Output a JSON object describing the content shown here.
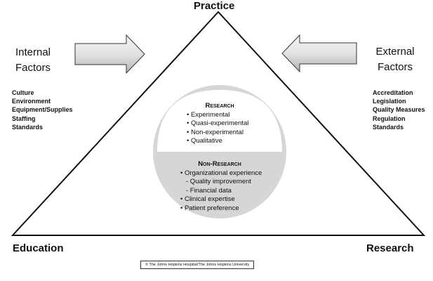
{
  "apex_label": "Practice",
  "bottom_left_label": "Education",
  "bottom_right_label": "Research",
  "internal": {
    "title_line1": "Internal",
    "title_line2": "Factors",
    "items": [
      "Culture",
      "Environment",
      "Equipment/Supplies",
      "Staffing",
      "Standards"
    ]
  },
  "external": {
    "title_line1": "External",
    "title_line2": "Factors",
    "items": [
      "Accreditation",
      "Legislation",
      "Quality Measures",
      "Regulation",
      "Standards"
    ]
  },
  "research": {
    "heading": "Research",
    "items": [
      "• Experimental",
      "• Quasi-experimental",
      "• Non-experimental",
      "• Qualitative"
    ]
  },
  "non_research": {
    "heading": "Non-Research",
    "items": [
      "• Organizational experience",
      "- Quality improvement",
      "- Financial data",
      "• Clinical expertise",
      "• Patient preference"
    ]
  },
  "copyright": "© The Johns Hopkins Hospital/The Johns Hopkins University",
  "colors": {
    "circle_fill": "#d6d6d6",
    "arrow_fill_light": "#f2f2f2",
    "arrow_fill_dark": "#b4b4b4",
    "outline": "#111111"
  }
}
